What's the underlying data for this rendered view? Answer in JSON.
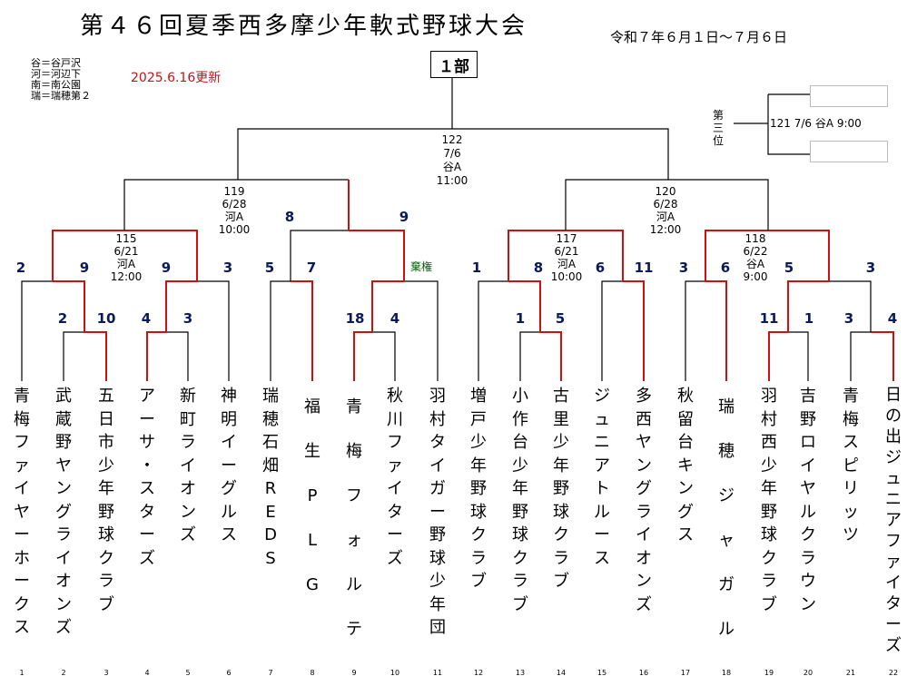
{
  "header": {
    "title": "第４６回夏季西多摩少年軟式野球大会",
    "period": "令和７年６月１日～７月６日",
    "updated": "2025.6.16更新",
    "division": "１部",
    "legend": [
      "谷＝谷戸沢",
      "河＝河辺下",
      "南＝南公園",
      "瑞＝瑞穂第２"
    ]
  },
  "colors": {
    "winner_line": "#d01010",
    "line": "#000000",
    "score": "#0a1a5e",
    "forfeit": "#006400"
  },
  "teams": [
    {
      "num": "1",
      "name": "青梅ファイヤーホークス"
    },
    {
      "num": "2",
      "name": "武蔵野ヤングライオンズ"
    },
    {
      "num": "3",
      "name": "五日市少年野球クラブ"
    },
    {
      "num": "4",
      "name": "アーサ・スターズ"
    },
    {
      "num": "5",
      "name": "新町ライオンズ"
    },
    {
      "num": "6",
      "name": "神明イーグルス"
    },
    {
      "num": "7",
      "name": "瑞穂石畑REDS"
    },
    {
      "num": "8",
      "name": "福生PLG"
    },
    {
      "num": "9",
      "name": "青梅フォルテ"
    },
    {
      "num": "10",
      "name": "秋川ファイターズ"
    },
    {
      "num": "11",
      "name": "羽村タイガー野球少年団"
    },
    {
      "num": "12",
      "name": "増戸少年野球クラブ"
    },
    {
      "num": "13",
      "name": "小作台少年野球クラブ"
    },
    {
      "num": "14",
      "name": "古里少年野球クラブ"
    },
    {
      "num": "15",
      "name": "ジュニアトルース"
    },
    {
      "num": "16",
      "name": "多西ヤングライオンズ"
    },
    {
      "num": "17",
      "name": "秋留台キングス"
    },
    {
      "num": "18",
      "name": "瑞穂ジャガル"
    },
    {
      "num": "19",
      "name": "羽村西少年野球クラブ"
    },
    {
      "num": "20",
      "name": "吉野ロイヤルクラウン"
    },
    {
      "num": "21",
      "name": "青梅スピリッツ"
    },
    {
      "num": "22",
      "name": "日の出ジュニアファイターズ"
    }
  ],
  "scores": [
    "2",
    "9",
    "9",
    "3",
    "2",
    "10",
    "4",
    "3",
    "5",
    "7",
    "8",
    "9",
    "18",
    "4",
    "1",
    "8",
    "6",
    "11",
    "1",
    "5",
    "3",
    "6",
    "5",
    "3",
    "11",
    "1",
    "3",
    "4"
  ],
  "matches": {
    "m115": {
      "no": "115",
      "date": "6/21",
      "venue": "河A",
      "time": "12:00"
    },
    "m117": {
      "no": "117",
      "date": "6/21",
      "venue": "河A",
      "time": "10:00"
    },
    "m118": {
      "no": "118",
      "date": "6/22",
      "venue": "谷A",
      "time": "9:00"
    },
    "m119": {
      "no": "119",
      "date": "6/28",
      "venue": "河A",
      "time": "10:00"
    },
    "m120": {
      "no": "120",
      "date": "6/28",
      "venue": "河A",
      "time": "12:00"
    },
    "m122": {
      "no": "122",
      "date": "7/6",
      "venue": "谷A",
      "time": "11:00"
    }
  },
  "forfeit_label": "棄権",
  "third_place": {
    "label": "第三位",
    "info": "121 7/6 谷A 9:00"
  }
}
